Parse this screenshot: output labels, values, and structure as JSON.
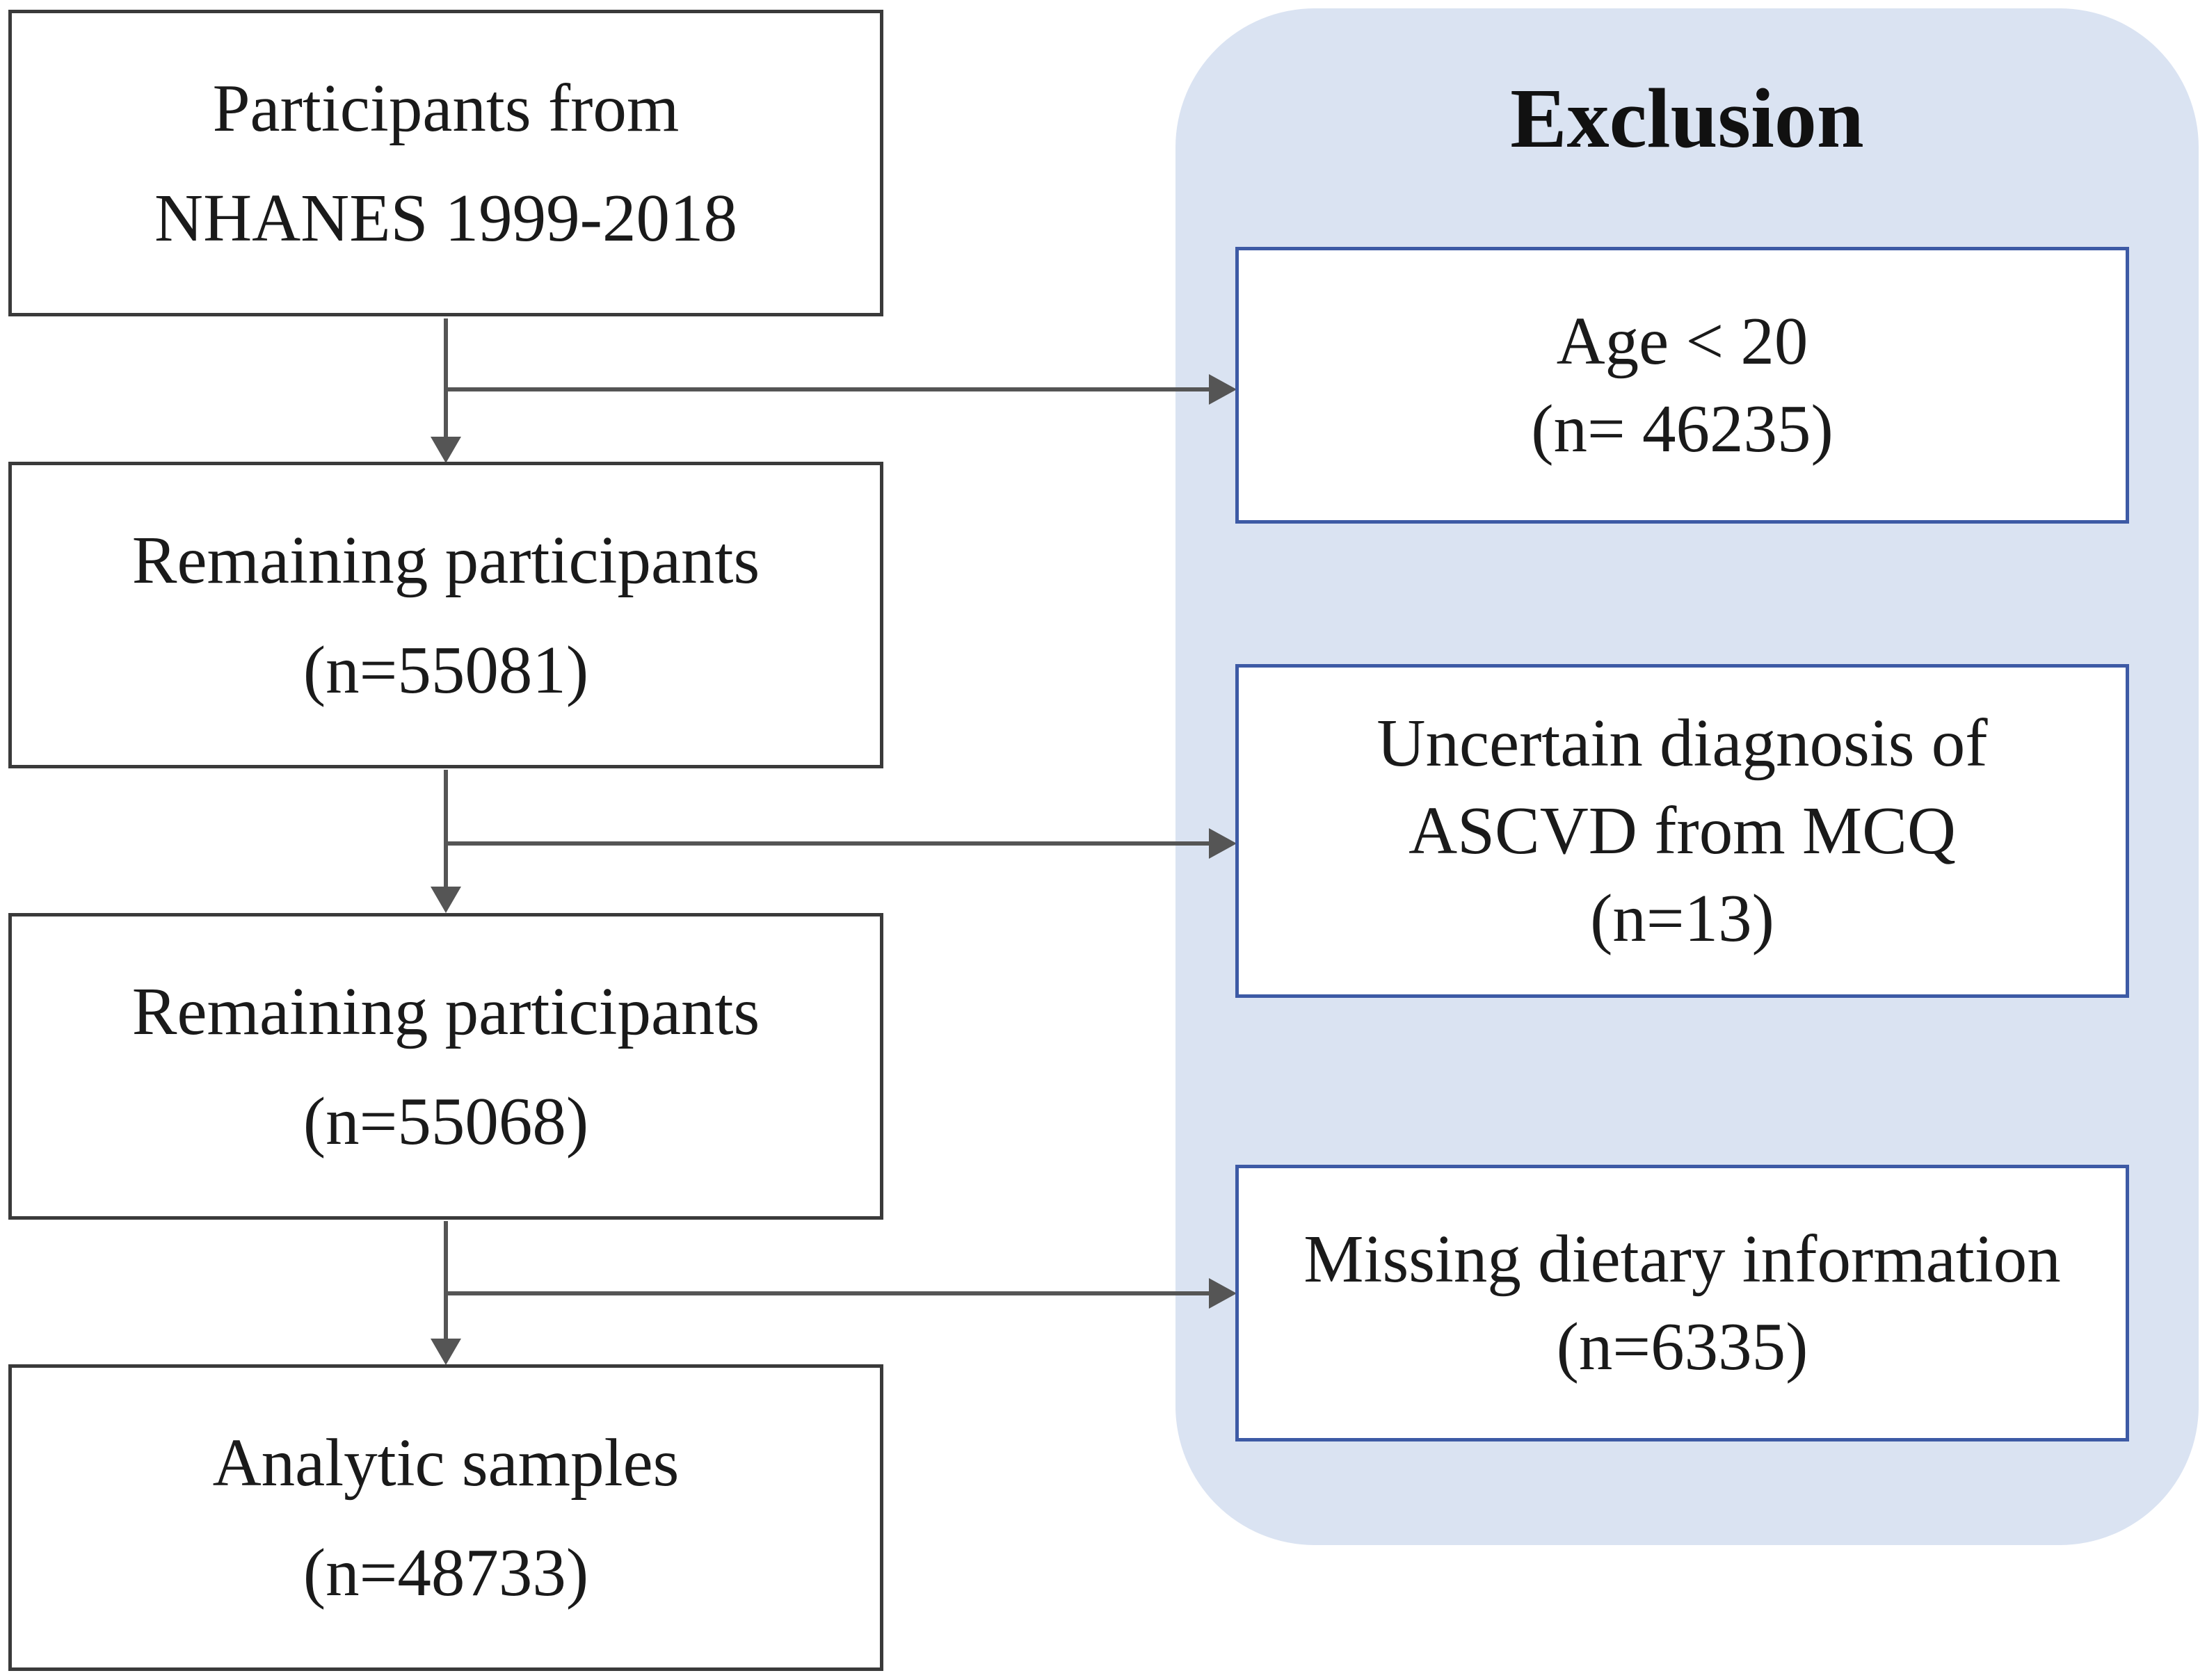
{
  "flow": {
    "steps": [
      {
        "line1": "Participants from",
        "line2": "NHANES 1999-2018"
      },
      {
        "line1": "Remaining participants",
        "line2": "(n=55081)"
      },
      {
        "line1": "Remaining participants",
        "line2": "(n=55068)"
      },
      {
        "line1": "Analytic samples",
        "line2": "(n=48733)"
      }
    ]
  },
  "exclusion": {
    "title": "Exclusion",
    "items": [
      {
        "lines": [
          "Age < 20",
          "(n= 46235)"
        ]
      },
      {
        "lines": [
          "Uncertain diagnosis of",
          "ASCVD from MCQ",
          "(n=13)"
        ]
      },
      {
        "lines": [
          "Missing dietary information",
          "(n=6335)"
        ]
      }
    ]
  },
  "colors": {
    "panel_fill": "#dae3f2",
    "exclusion_border": "#3d5aa5",
    "main_border": "#3a3a3a",
    "connector": "#555555"
  }
}
